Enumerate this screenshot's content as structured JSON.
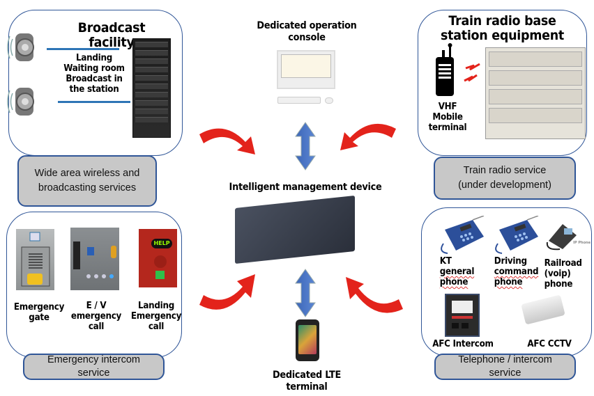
{
  "center": {
    "console_label": "Dedicated operation console",
    "device_label": "Intelligent management device",
    "lte_label": "Dedicated LTE terminal"
  },
  "top_left": {
    "title": "Broadcast facility",
    "lines": [
      "Landing",
      "Waiting room",
      "Broadcast in",
      "the station"
    ],
    "service": "Wide area wireless and broadcasting services"
  },
  "top_right": {
    "title_line1": "Train radio base",
    "title_line2": "station equipment",
    "vhf_line1": "VHF Mobile",
    "vhf_line2": "terminal",
    "service_line1": "Train radio service",
    "service_line2": "(under development)"
  },
  "bottom_left": {
    "items": [
      {
        "line1": "Emergency",
        "line2": "gate",
        "line3": ""
      },
      {
        "line1": "E / V",
        "line2": "emergency",
        "line3": "call"
      },
      {
        "line1": "Landing",
        "line2": "Emergency",
        "line3": "call"
      }
    ],
    "help_text": "HELP",
    "service_line1": "Emergency intercom",
    "service_line2": "service"
  },
  "bottom_right": {
    "phones": [
      {
        "line1": "KT",
        "line2": "general",
        "line3": "phone"
      },
      {
        "line1": "Driving",
        "line2": "command",
        "line3": "phone"
      },
      {
        "line1": "Railroad",
        "line2": "(voip)",
        "line3": "phone"
      }
    ],
    "ip_phone_tag": "IP Phone",
    "afc_intercom": "AFC Intercom",
    "afc_cctv": "AFC CCTV",
    "service_line1": "Telephone / intercom",
    "service_line2": "service"
  },
  "colors": {
    "panel_border": "#2f5597",
    "service_fill": "#c8c8c8",
    "red_arrow": "#e3231b",
    "blue_arrow": "#4472c4"
  }
}
